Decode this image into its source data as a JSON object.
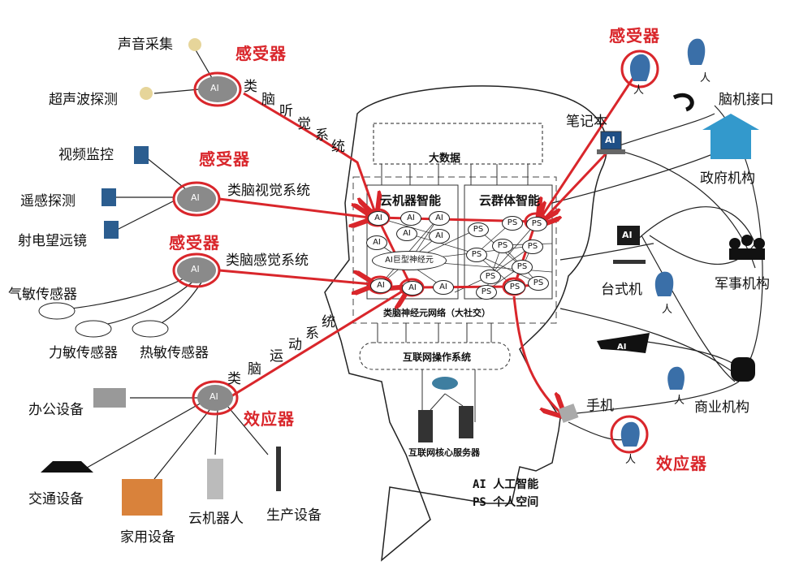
{
  "left": {
    "sensors_audio": [
      "声音采集",
      "超声波探测"
    ],
    "sensors_visual": [
      "视频监控",
      "遥感探测",
      "射电望远镜"
    ],
    "sensors_feel": [
      "气敏传感器",
      "力敏传感器",
      "热敏传感器"
    ],
    "effectors": [
      "办公设备",
      "交通设备",
      "家用设备",
      "云机器人",
      "生产设备"
    ],
    "receptor": "感受器",
    "effector": "效应器",
    "auditory": [
      "类",
      "脑",
      "听",
      "觉",
      "系",
      "统"
    ],
    "visual": "类脑视觉系统",
    "sensory": "类脑感觉系统",
    "motor": [
      "类",
      "脑",
      "运",
      "动",
      "系",
      "统"
    ],
    "hub": "AI"
  },
  "center": {
    "big_data": "大数据",
    "cloud_machine": "云机器智能",
    "cloud_group": "云群体智能",
    "giant_neuron": "AI巨型神经元",
    "network": "类脑神经元网络（大社交）",
    "os": "互联网操作系统",
    "servers": "互联网核心服务器",
    "ai_node": "AI",
    "ps_node": "PS",
    "legend": [
      "AI  人工智能",
      "PS  个人空间"
    ]
  },
  "right": {
    "receptor": "感受器",
    "effector": "效应器",
    "laptop": "笔记本",
    "bci": "脑机接口",
    "gov": "政府机构",
    "desktop": "台式机",
    "military": "军事机构",
    "phone": "手机",
    "business": "商业机构",
    "person": "人",
    "screen_ai": "AI"
  },
  "colors": {
    "red": "#d9262b",
    "hub": "#8a8a8a",
    "person": "#3a6fa8"
  }
}
